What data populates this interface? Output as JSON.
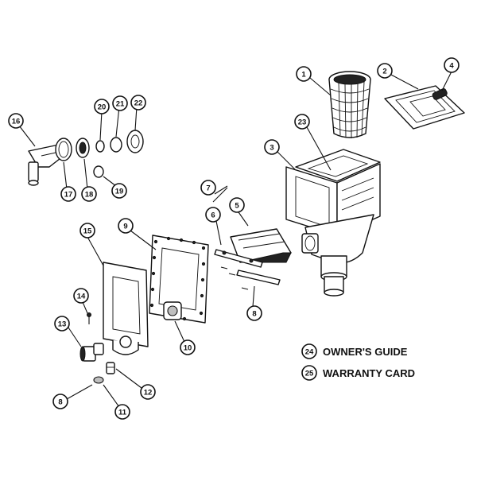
{
  "diagram": {
    "parts": [
      {
        "number": "1"
      },
      {
        "number": "2"
      },
      {
        "number": "3"
      },
      {
        "number": "4"
      },
      {
        "number": "5"
      },
      {
        "number": "6"
      },
      {
        "number": "7"
      },
      {
        "number": "8"
      },
      {
        "number": "9"
      },
      {
        "number": "10"
      },
      {
        "number": "11"
      },
      {
        "number": "12"
      },
      {
        "number": "13"
      },
      {
        "number": "14"
      },
      {
        "number": "15"
      },
      {
        "number": "16"
      },
      {
        "number": "17"
      },
      {
        "number": "18"
      },
      {
        "number": "19"
      },
      {
        "number": "20"
      },
      {
        "number": "21"
      },
      {
        "number": "22"
      },
      {
        "number": "23"
      }
    ],
    "second_8": "8",
    "legend": [
      {
        "number": "24",
        "label": "OWNER'S GUIDE"
      },
      {
        "number": "25",
        "label": "WARRANTY CARD"
      }
    ]
  }
}
